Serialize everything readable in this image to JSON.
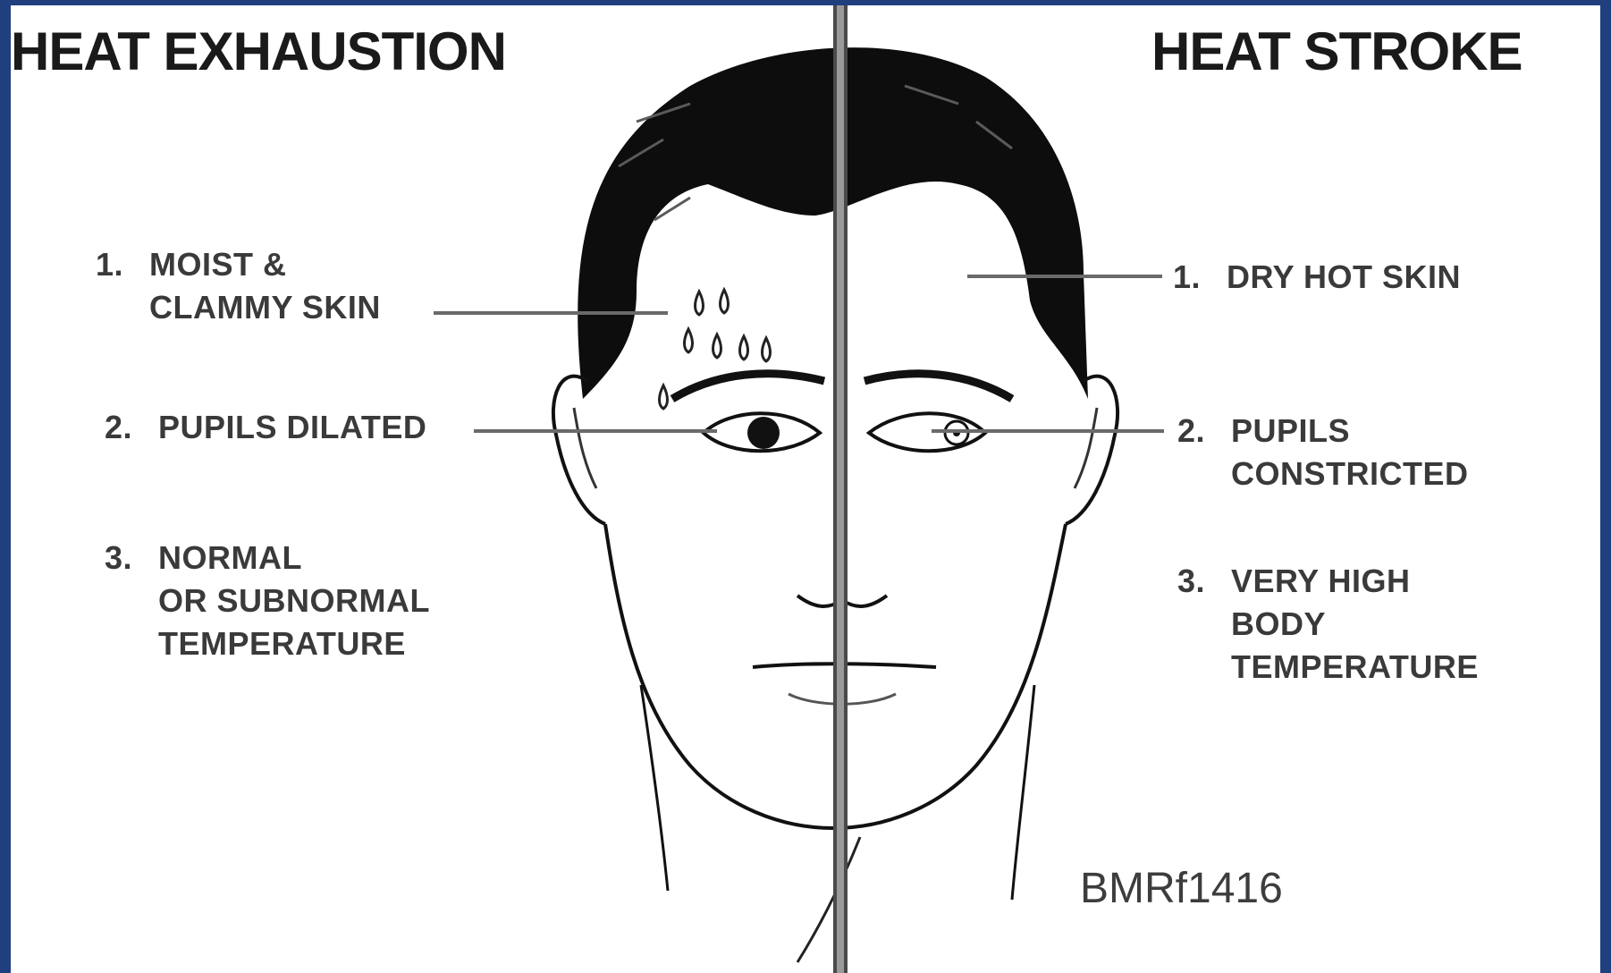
{
  "diagram": {
    "left_heading": "HEAT EXHAUSTION",
    "right_heading": "HEAT STROKE",
    "left_signs": [
      {
        "number": "1.",
        "lines": [
          "MOIST &",
          "CLAMMY SKIN"
        ]
      },
      {
        "number": "2.",
        "lines": [
          "PUPILS DILATED"
        ]
      },
      {
        "number": "3.",
        "lines": [
          "NORMAL",
          "OR SUBNORMAL",
          "TEMPERATURE"
        ]
      }
    ],
    "right_signs": [
      {
        "number": "1.",
        "lines": [
          "DRY HOT SKIN"
        ]
      },
      {
        "number": "2.",
        "lines": [
          "PUPILS",
          "CONSTRICTED"
        ]
      },
      {
        "number": "3.",
        "lines": [
          "VERY HIGH",
          "BODY",
          "TEMPERATURE"
        ]
      }
    ],
    "figure_code": "BMRf1416"
  },
  "colors": {
    "frame": "#1f3f7f",
    "background": "#ffffff",
    "ink": "#1a1a1a",
    "label": "#3a3a3a",
    "leader_line": "#6a6a6a"
  },
  "icons": [
    "face-illustration",
    "sweat-drops-icon"
  ]
}
